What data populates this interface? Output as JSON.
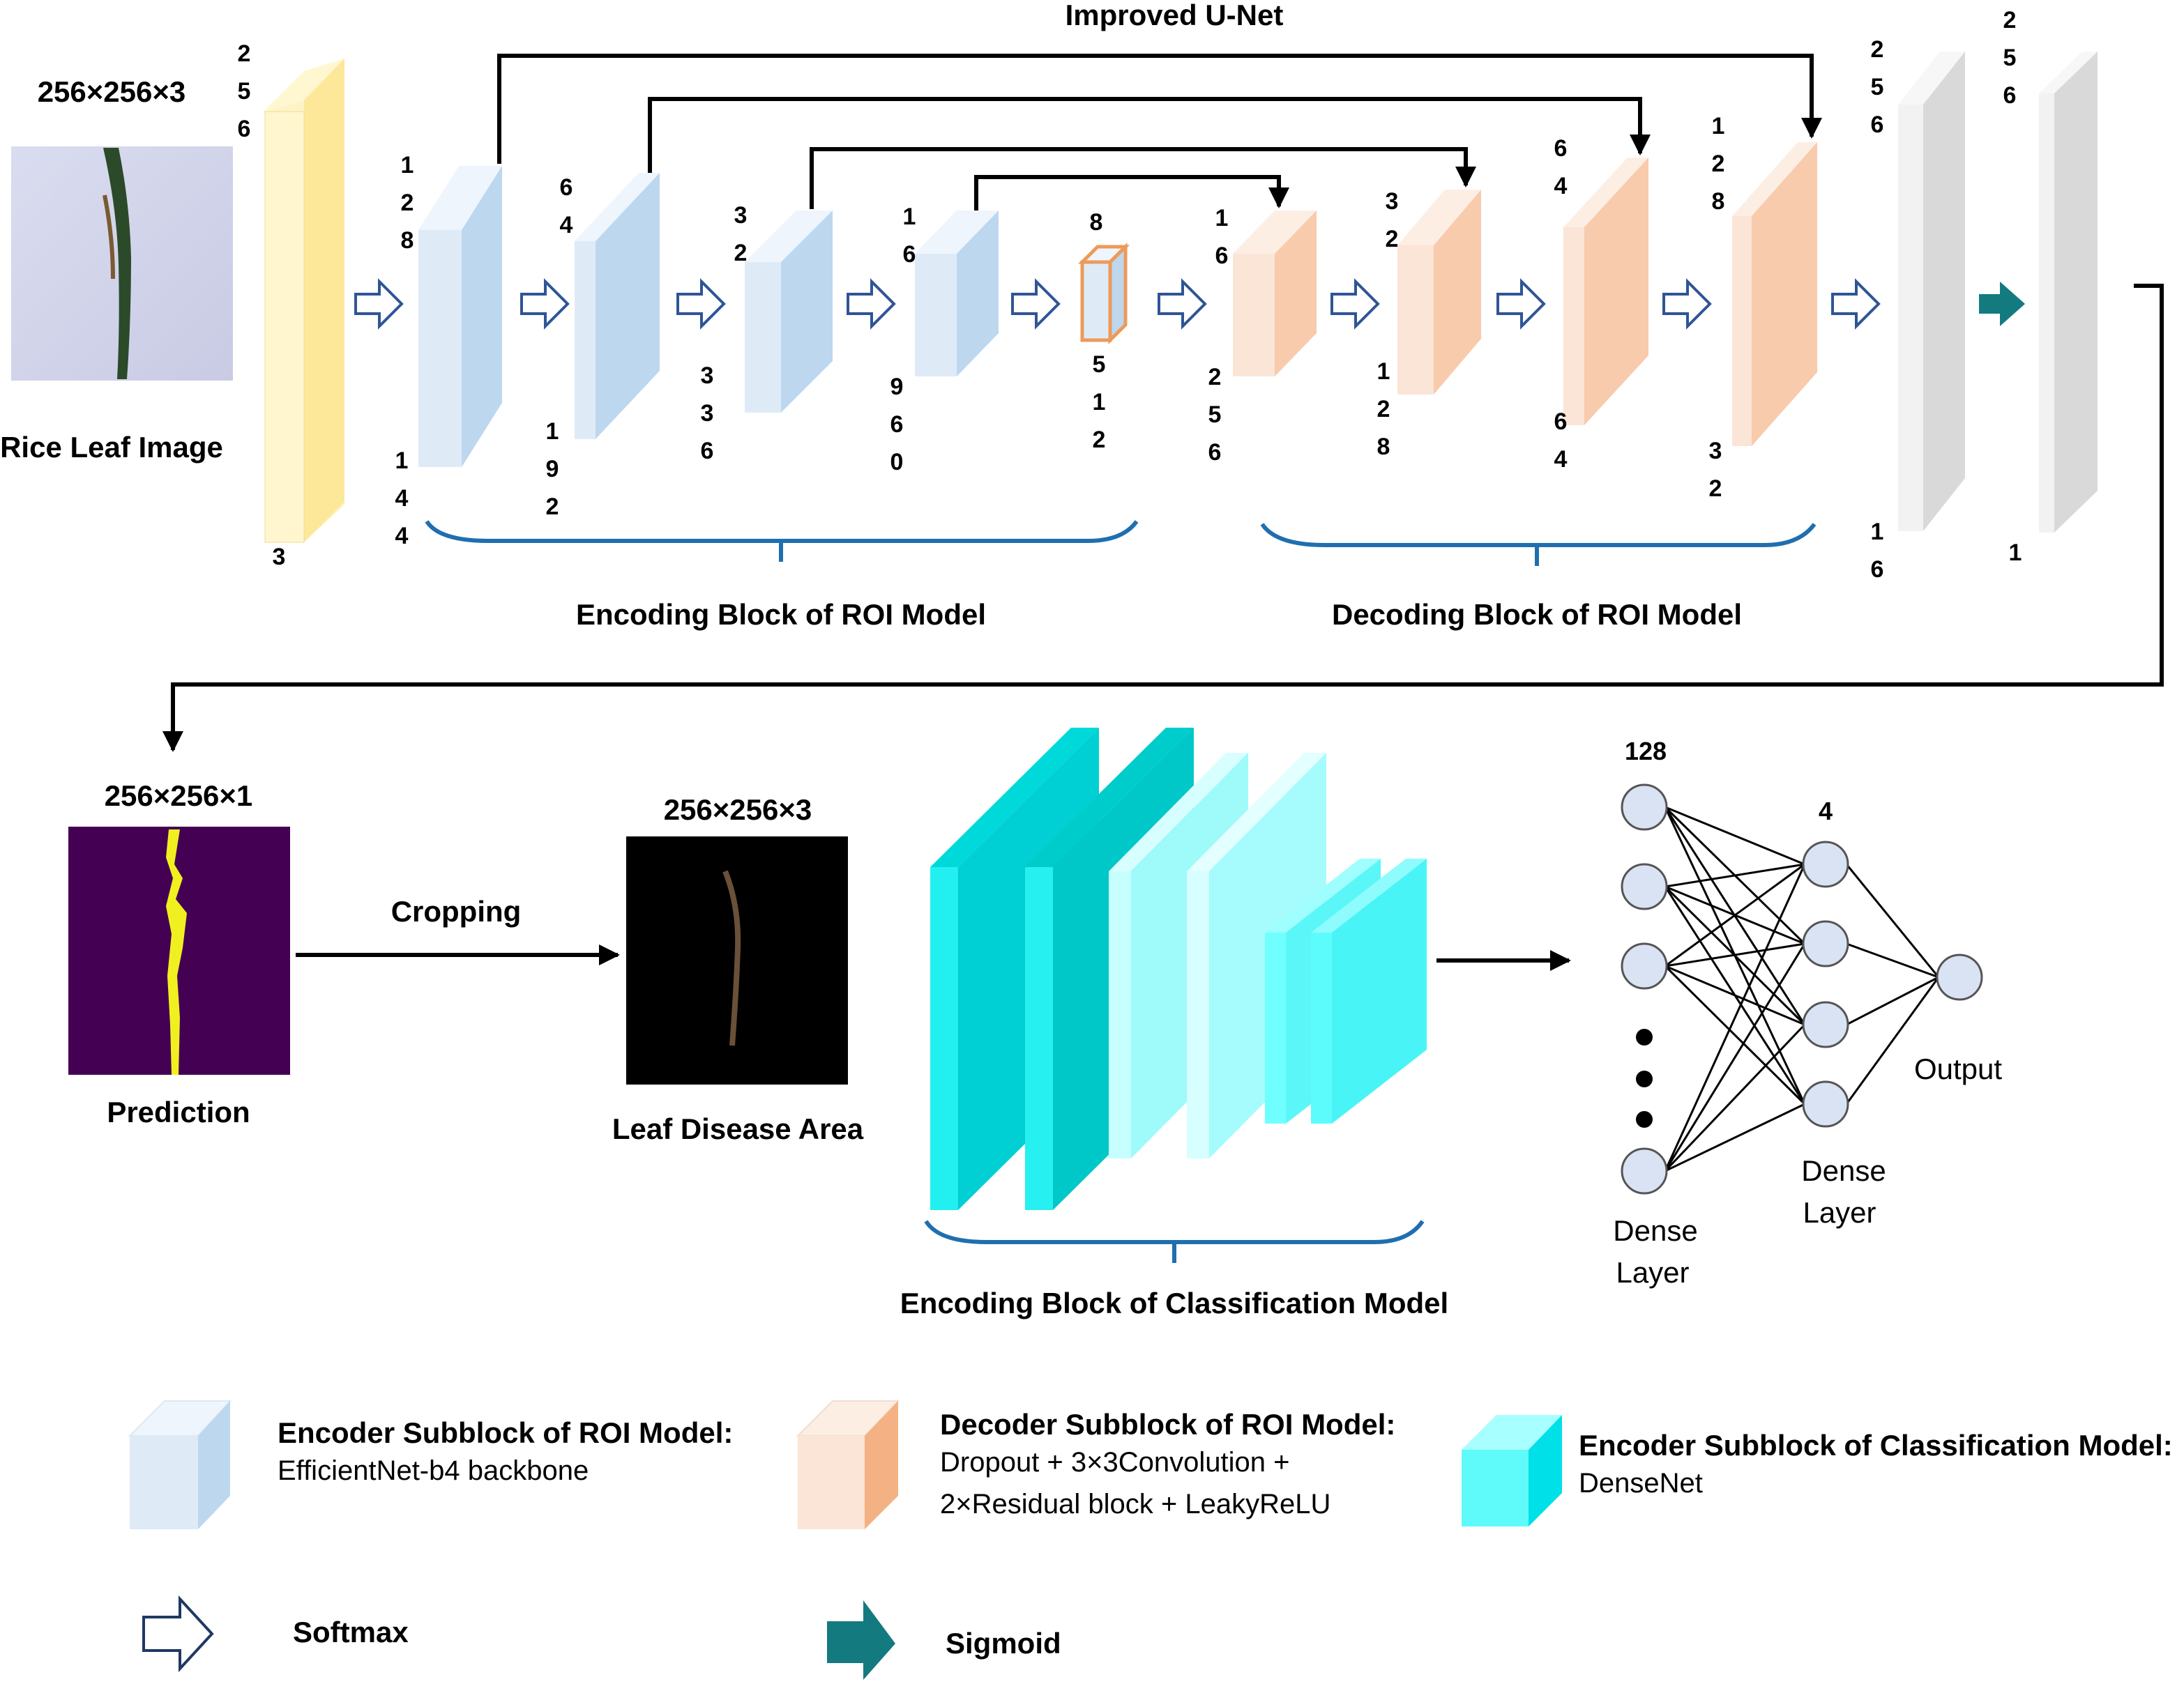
{
  "title": "Improved U-Net",
  "input": {
    "dim_label": "256×256×3",
    "caption": "Rice Leaf Image",
    "height": "256",
    "width": "256",
    "channels": "3"
  },
  "encoder_labels": [
    {
      "h": "128",
      "w": "144"
    },
    {
      "h": "64",
      "w": "192"
    },
    {
      "h": "32",
      "w": "336"
    },
    {
      "h": "16",
      "w": "960"
    },
    {
      "h": "8",
      "w": "512"
    }
  ],
  "decoder_labels": [
    {
      "h": "16",
      "w": "256"
    },
    {
      "h": "32",
      "w": "128"
    },
    {
      "h": "64",
      "w": "64"
    },
    {
      "h": "128",
      "w": "32"
    }
  ],
  "output_labels": [
    {
      "h": "256",
      "w": "16"
    },
    {
      "h": "256",
      "w": "1"
    }
  ],
  "encoding_block_label": "Encoding Block of ROI Model",
  "decoding_block_label": "Decoding Block of ROI Model",
  "prediction": {
    "dim_label": "256×256×1",
    "caption": "Prediction"
  },
  "cropping_label": "Cropping",
  "leaf_area": {
    "dim_label": "256×256×3",
    "caption": "Leaf Disease Area"
  },
  "classification_block_label": "Encoding Block of Classification Model",
  "dense": {
    "layer1_count": "128",
    "layer2_count": "4",
    "layer1_label_1": "Dense",
    "layer1_label_2": "Layer",
    "layer2_label_1": "Dense",
    "layer2_label_2": "Layer",
    "output_label": "Output"
  },
  "legend": {
    "encoder_roi_title": "Encoder Subblock of ROI Model:",
    "encoder_roi_desc": "EfficientNet-b4 backbone",
    "decoder_roi_title": "Decoder Subblock of ROI Model:",
    "decoder_roi_desc_1": "Dropout + 3×3Convolution +",
    "decoder_roi_desc_2": "2×Residual block + LeakyReLU",
    "encoder_cls_title": "Encoder Subblock of Classification Model:",
    "encoder_cls_desc": "DenseNet",
    "softmax_label": "Softmax",
    "sigmoid_label": "Sigmoid"
  },
  "colors": {
    "input_block": "#fde89a",
    "encoder_block": "#bdd7ee",
    "decoder_block": "#f8cbad",
    "output_block": "#d9d9d9",
    "classification_block": "#00e5e5",
    "brace": "#1f6fb0",
    "sigmoid_arrow": "#137a7f",
    "softmax_arrow": "#2f5597",
    "node_fill": "#dae3f3",
    "prediction_bg": "#440154",
    "prediction_leaf": "#f0f020"
  }
}
